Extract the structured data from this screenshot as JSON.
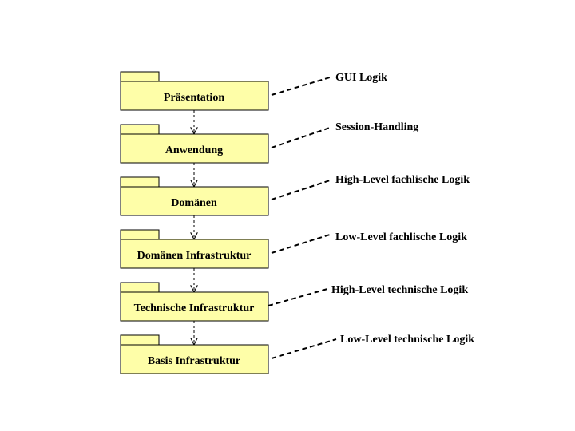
{
  "colors": {
    "package_fill": "#fefea8",
    "stroke": "#000000",
    "background": "#ffffff"
  },
  "packages": [
    {
      "name": "Präsentation",
      "note": "GUI Logik"
    },
    {
      "name": "Anwendung",
      "note": "Session-Handling"
    },
    {
      "name": "Domänen",
      "note": "High-Level fachlische Logik"
    },
    {
      "name": "Domänen Infrastruktur",
      "note": "Low-Level fachlische Logik"
    },
    {
      "name": "Technische Infrastruktur",
      "note": "High-Level technische Logik"
    },
    {
      "name": "Basis Infrastruktur",
      "note": "Low-Level technische Logik"
    }
  ]
}
